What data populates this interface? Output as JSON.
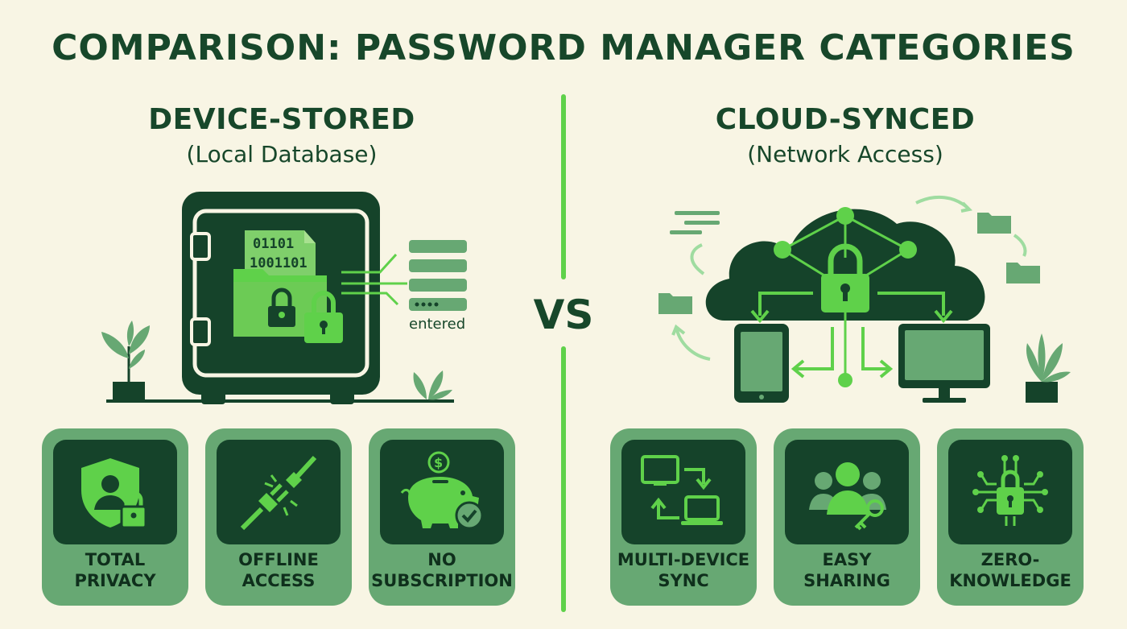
{
  "title": "COMPARISON: PASSWORD MANAGER CATEGORIES",
  "vs_label": "VS",
  "left": {
    "heading": "DEVICE-STORED",
    "subheading": "(Local Database)",
    "binary_line1": "01101",
    "binary_line2": "1001101",
    "side_caption": "entered",
    "cards": [
      {
        "label": "TOTAL\nPRIVACY",
        "icon": "shield-user-lock-icon"
      },
      {
        "label": "OFFLINE\nACCESS",
        "icon": "unplugged-cable-icon"
      },
      {
        "label": "NO\nSUBSCRIPTION",
        "icon": "piggy-bank-check-icon"
      }
    ]
  },
  "right": {
    "heading": "CLOUD-SYNCED",
    "subheading": "(Network Access)",
    "cards": [
      {
        "label": "MULTI-DEVICE\nSYNC",
        "icon": "devices-sync-icon"
      },
      {
        "label": "EASY\nSHARING",
        "icon": "people-key-icon"
      },
      {
        "label": "ZERO-\nKNOWLEDGE",
        "icon": "circuit-lock-icon"
      }
    ]
  },
  "colors": {
    "background": "#f8f5e4",
    "dark_green": "#15432a",
    "mid_green": "#67a873",
    "bright_green": "#5fd14a"
  }
}
